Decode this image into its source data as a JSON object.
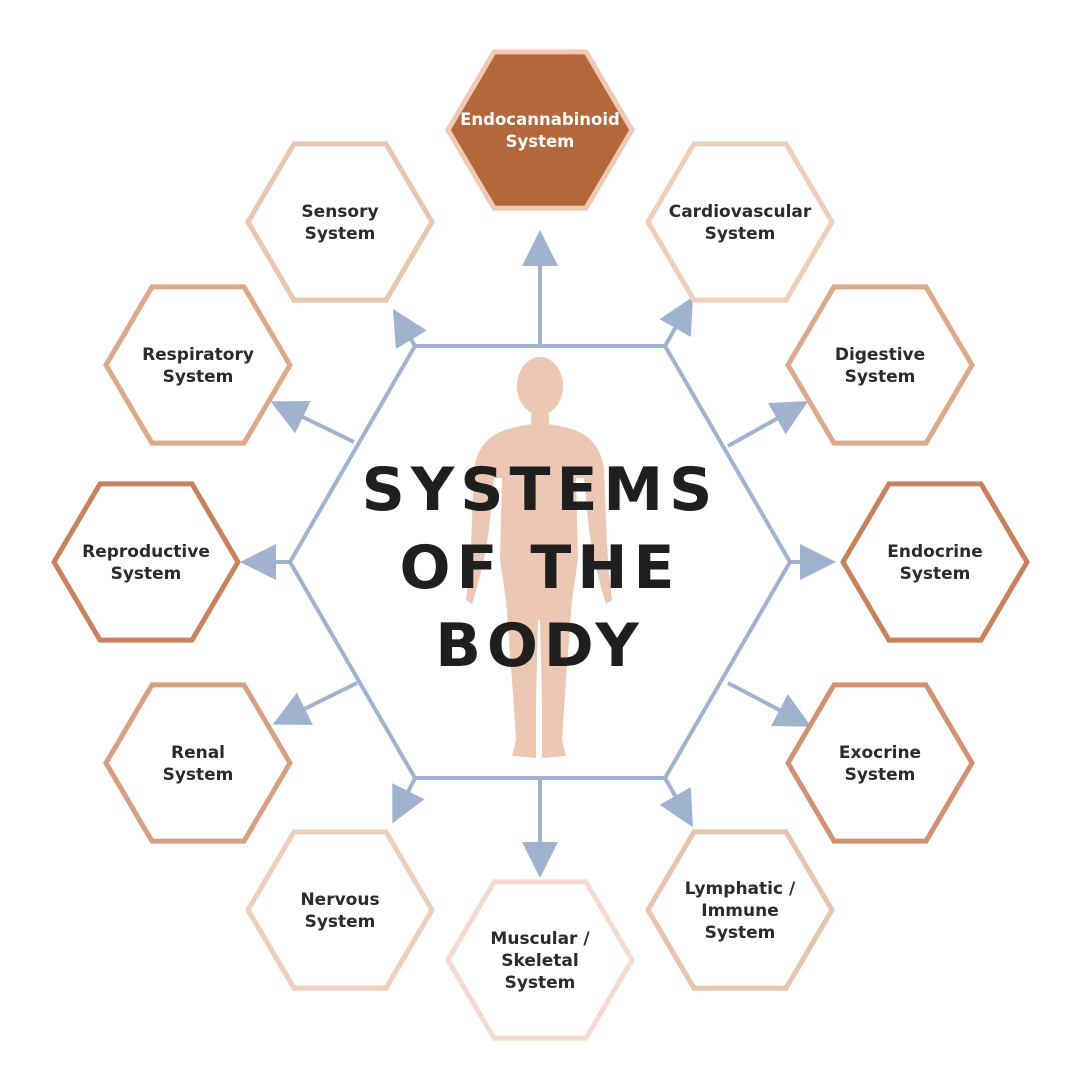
{
  "title": {
    "lines": [
      "SYSTEMS",
      "OF THE",
      "BODY"
    ]
  },
  "colors": {
    "background": "#ffffff",
    "connector": "#9fb3cf",
    "figure": "#ecc7b4",
    "highlight_fill": "#b5673c",
    "title_text": "#1f1f1f",
    "label_text": "#2b2b2b"
  },
  "systems": [
    {
      "id": "endocannabinoid",
      "lines": [
        "Endocannabinoid",
        "System"
      ],
      "style": "filled",
      "stroke": "#f1c9b3"
    },
    {
      "id": "cardiovascular",
      "lines": [
        "Cardiovascular",
        "System"
      ],
      "style": "outline",
      "stroke": "#efcfbc"
    },
    {
      "id": "digestive",
      "lines": [
        "Digestive",
        "System"
      ],
      "style": "outline",
      "stroke": "#dcaa8b"
    },
    {
      "id": "endocrine",
      "lines": [
        "Endocrine",
        "System"
      ],
      "style": "outline",
      "stroke": "#c8825c"
    },
    {
      "id": "exocrine",
      "lines": [
        "Exocrine",
        "System"
      ],
      "style": "outline",
      "stroke": "#d29272"
    },
    {
      "id": "lymphatic",
      "lines": [
        "Lymphatic /",
        "Immune",
        "System"
      ],
      "style": "outline",
      "stroke": "#e6c4b1"
    },
    {
      "id": "muscular",
      "lines": [
        "Muscular /",
        "Skeletal",
        "System"
      ],
      "style": "outline",
      "stroke": "#f3dccf"
    },
    {
      "id": "nervous",
      "lines": [
        "Nervous",
        "System"
      ],
      "style": "outline",
      "stroke": "#eccfbd"
    },
    {
      "id": "renal",
      "lines": [
        "Renal",
        "System"
      ],
      "style": "outline",
      "stroke": "#d7a084"
    },
    {
      "id": "reproductive",
      "lines": [
        "Reproductive",
        "System"
      ],
      "style": "outline",
      "stroke": "#c8825c"
    },
    {
      "id": "respiratory",
      "lines": [
        "Respiratory",
        "System"
      ],
      "style": "outline",
      "stroke": "#dcaa8b"
    },
    {
      "id": "sensory",
      "lines": [
        "Sensory",
        "System"
      ],
      "style": "outline",
      "stroke": "#e8c6b2"
    }
  ]
}
